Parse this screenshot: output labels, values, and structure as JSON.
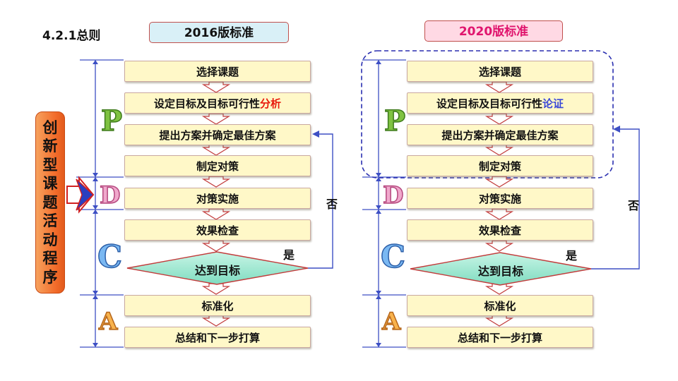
{
  "header": {
    "section": "4.2.1总则",
    "std_2016": "2016版标准",
    "std_2020": "2020版标准"
  },
  "side_label": [
    "创",
    "新",
    "型",
    "课",
    "题",
    "活",
    "动",
    "程",
    "序"
  ],
  "pdca": [
    "P",
    "D",
    "C",
    "A"
  ],
  "left_flow": {
    "step1": "选择课题",
    "step2_prefix": "设定目标及目标可行性",
    "step2_highlight": "分析",
    "step3": "提出方案并确定最佳方案",
    "step4": "制定对策",
    "step5": "对策实施",
    "step6": "效果检查",
    "decision": "达到目标",
    "yes": "是",
    "no": "否",
    "step7": "标准化",
    "step8": "总结和下一步打算"
  },
  "right_flow": {
    "step1": "选择课题",
    "step2_prefix": "设定目标及目标可行性",
    "step2_highlight": "论证",
    "step3": "提出方案并确定最佳方案",
    "step4": "制定对策",
    "step5": "对策实施",
    "step6": "效果检查",
    "decision": "达到目标",
    "yes": "是",
    "no": "否",
    "step7": "标准化",
    "step8": "总结和下一步打算"
  },
  "colors": {
    "box_fill": "#fff8c8",
    "diamond_fill": "#a8ecd6",
    "flow_line": "#3d4fc4",
    "highlight_red": "#e8190c",
    "highlight_blue": "#3a49d8",
    "side_label_fill": "#f26b2a"
  }
}
